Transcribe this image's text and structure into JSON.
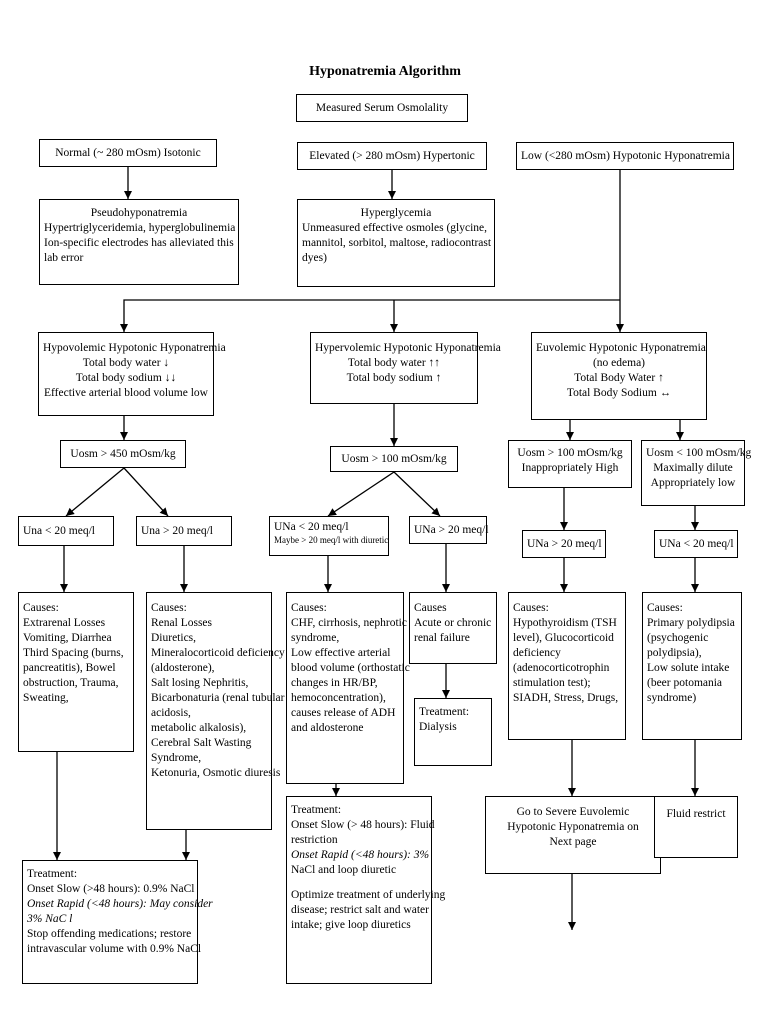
{
  "title": "Hyponatremia Algorithm",
  "measured": "Measured Serum Osmolality",
  "branches": {
    "normal": "Normal (~ 280 mOsm) Isotonic",
    "elevated": "Elevated (> 280 mOsm) Hypertonic",
    "low": "Low (<280 mOsm) Hypotonic  Hyponatremia"
  },
  "pseudo": {
    "title": "Pseudohyponatremia",
    "lines": [
      "Hypertriglyceridemia, hyperglobulinemia",
      "Ion-specific electrodes has alleviated this",
      "lab error"
    ]
  },
  "hyperglycemia": {
    "title": "Hyperglycemia",
    "lines": [
      "Unmeasured effective osmoles (glycine,",
      "mannitol, sorbitol, maltose,  radiocontrast",
      "dyes)"
    ]
  },
  "hypovolemic": {
    "lines": [
      "Hypovolemic Hypotonic Hyponatremia",
      "Total body water ↓",
      "Total body sodium ↓↓",
      "Effective arterial blood volume low"
    ]
  },
  "hypervolemic": {
    "lines": [
      "Hypervolemic Hypotonic Hyponatremia",
      "Total body water ↑↑",
      "Total body sodium ↑"
    ]
  },
  "euvolemic": {
    "lines": [
      "Euvolemic Hypotonic Hyponatremia",
      "(no edema)",
      "Total Body Water ↑",
      "Total Body Sodium ↔"
    ]
  },
  "uosm450": "Uosm > 450 mOsm/kg",
  "uosm100": "Uosm > 100 mOsm/kg",
  "euv_high": {
    "lines": [
      "Uosm > 100 mOsm/kg",
      "Inappropriately High"
    ]
  },
  "euv_low": {
    "lines": [
      "Uosm < 100 mOsm/kg",
      "Maximally dilute",
      "Appropriately low"
    ]
  },
  "una_lt20": "Una < 20 meq/l",
  "una_gt20": "Una > 20 meq/l",
  "hyper_una_lt20": {
    "main": "UNa < 20 meq/l",
    "small": "Maybe > 20 meq/l with diuretic"
  },
  "hyper_una_gt20": "UNa > 20 meq/l",
  "euv_una_gt20": "UNa > 20 meq/l",
  "euv_una_lt20": "UNa < 20 meq/l",
  "causes_extrarenal": [
    "Causes:",
    "Extrarenal Losses",
    "Vomiting, Diarrhea",
    "Third Spacing (burns,",
    "pancreatitis), Bowel",
    "obstruction, Trauma,",
    "Sweating,"
  ],
  "causes_renal": [
    "Causes:",
    "Renal Losses",
    "Diuretics,",
    "Mineralocorticoid deficiency",
    "(aldosterone),",
    "Salt losing Nephritis,",
    "Bicarbonaturia (renal tubular",
    "acidosis,",
    "metabolic alkalosis),",
    "Cerebral Salt Wasting",
    "Syndrome,",
    "Ketonuria, Osmotic diuresis"
  ],
  "causes_chf": [
    "Causes:",
    "CHF, cirrhosis, nephrotic",
    "syndrome,",
    "Low effective arterial",
    "blood volume (orthostatic",
    "changes in HR/BP,",
    "hemoconcentration),",
    "causes release of ADH",
    "and aldosterone"
  ],
  "causes_renal_failure": [
    "Causes",
    "Acute or chronic",
    "renal failure"
  ],
  "treatment_dialysis": [
    "Treatment:",
    "Dialysis"
  ],
  "causes_hypothyroid": [
    "Causes:",
    "Hypothyroidism (TSH",
    "level), Glucocorticoid",
    "deficiency",
    "(adenocorticotrophin",
    "stimulation test);",
    "SIADH, Stress, Drugs,"
  ],
  "causes_polydipsia": [
    "Causes:",
    "Primary polydipsia",
    "(psychogenic",
    "polydipsia),",
    "Low solute intake",
    "(beer potomania",
    "syndrome)"
  ],
  "severe": [
    "Go to Severe Euvolemic",
    "Hypotonic Hyponatremia on",
    "Next page"
  ],
  "fluid_restrict": "Fluid restrict",
  "treatment_hypovolemic": {
    "label": "Treatment:",
    "slow": "Onset Slow (>48 hours): 0.9% NaCl",
    "rapid1": "Onset Rapid (<48 hours): May consider",
    "rapid2": "3% NaC l",
    "stop1": "Stop offending medications; restore",
    "stop2": "intravascular volume with 0.9% NaCl"
  },
  "treatment_hypervolemic": {
    "label": "Treatment:",
    "slow1": "Onset Slow (> 48 hours): Fluid",
    "slow2": "restriction",
    "rapid": "Onset Rapid (<48 hours): 3%",
    "rapid2": "NaCl and loop diuretic",
    "opt1": "Optimize treatment of underlying",
    "opt2": "disease; restrict salt and water",
    "opt3": "intake; give loop diuretics"
  }
}
